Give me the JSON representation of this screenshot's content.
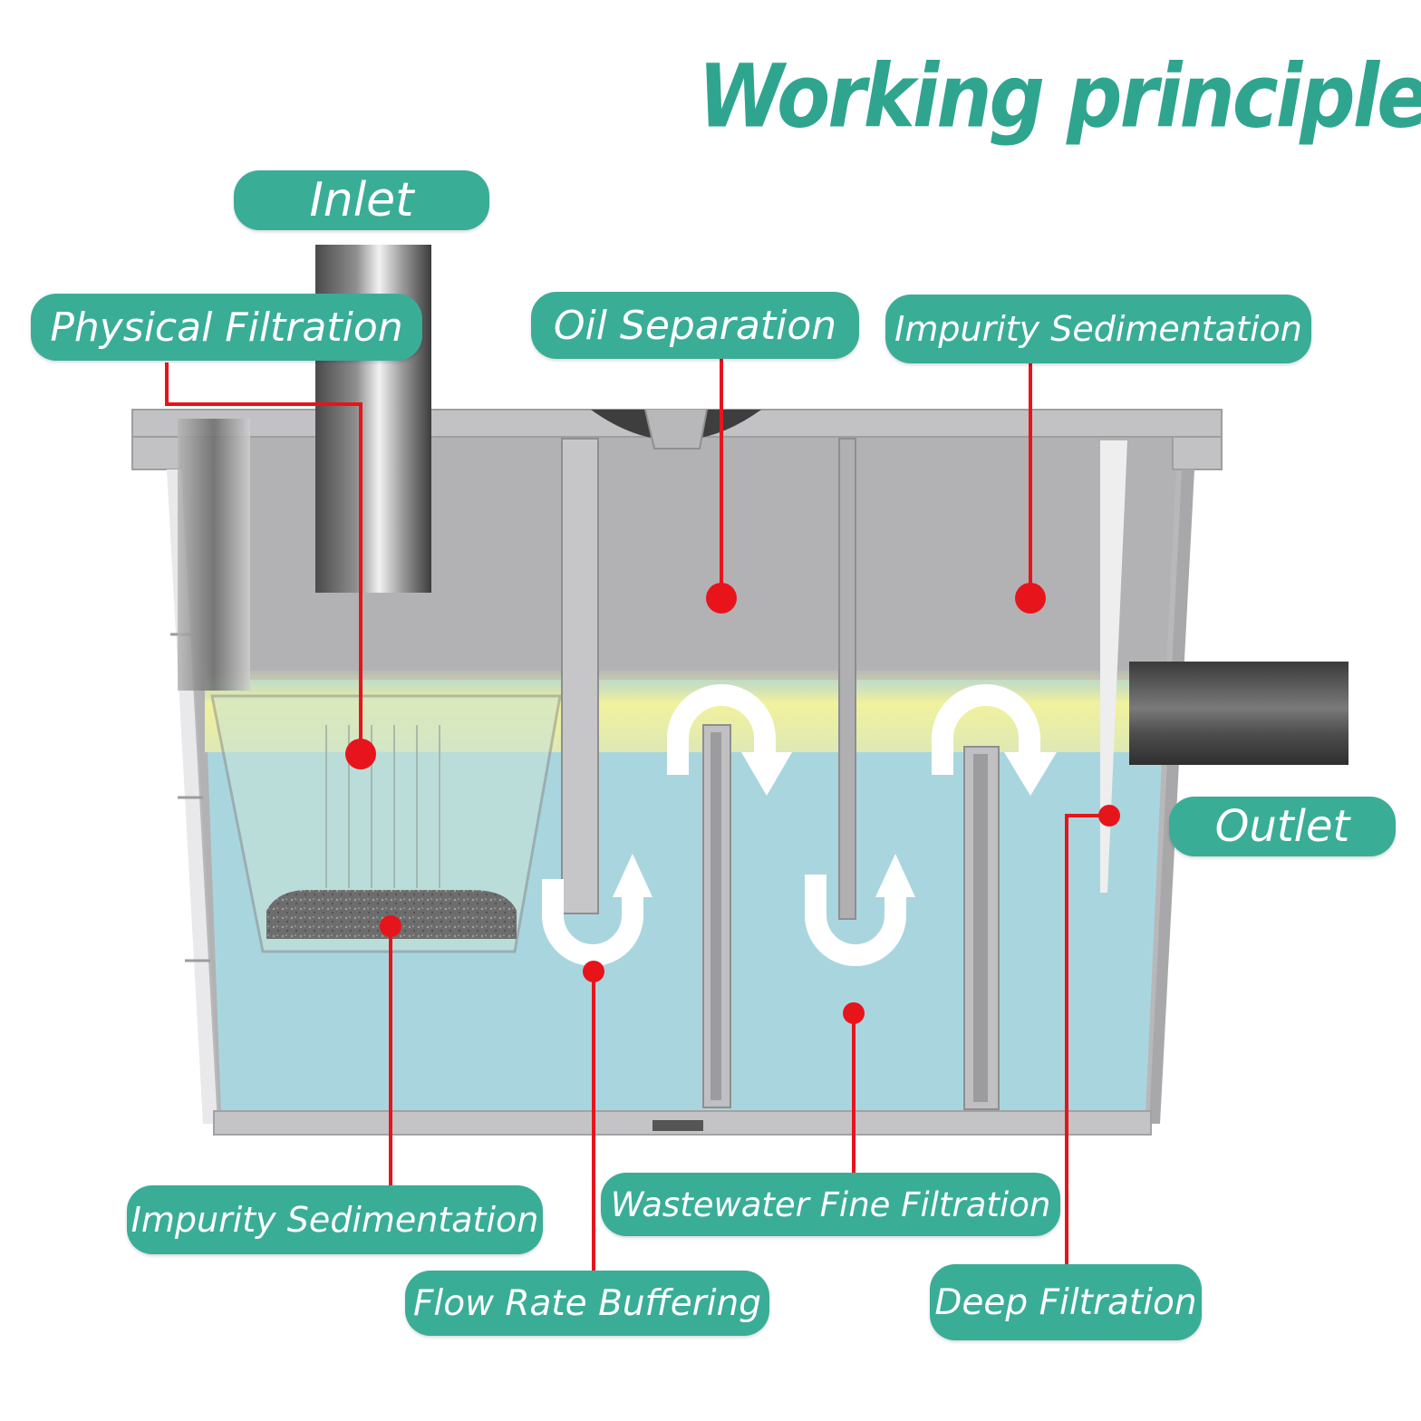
{
  "title": "Working principle",
  "labels": {
    "inlet": "Inlet",
    "physical_filtration": "Physical Filtration",
    "oil_separation": "Oil Separation",
    "impurity_sedimentation_top": "Impurity Sedimentation",
    "outlet": "Outlet",
    "impurity_sedimentation_bottom": "Impurity Sedimentation",
    "wastewater_fine_filtration": "Wastewater Fine Filtration",
    "flow_rate_buffering": "Flow Rate Buffering",
    "deep_filtration": "Deep Filtration"
  },
  "colors": {
    "accent": "#3aad97",
    "title": "#2fa58f",
    "marker": "#e8141c",
    "water": "#a9d6de",
    "oil_layer": "#eef0a8",
    "tank": "#b9b9bb"
  }
}
